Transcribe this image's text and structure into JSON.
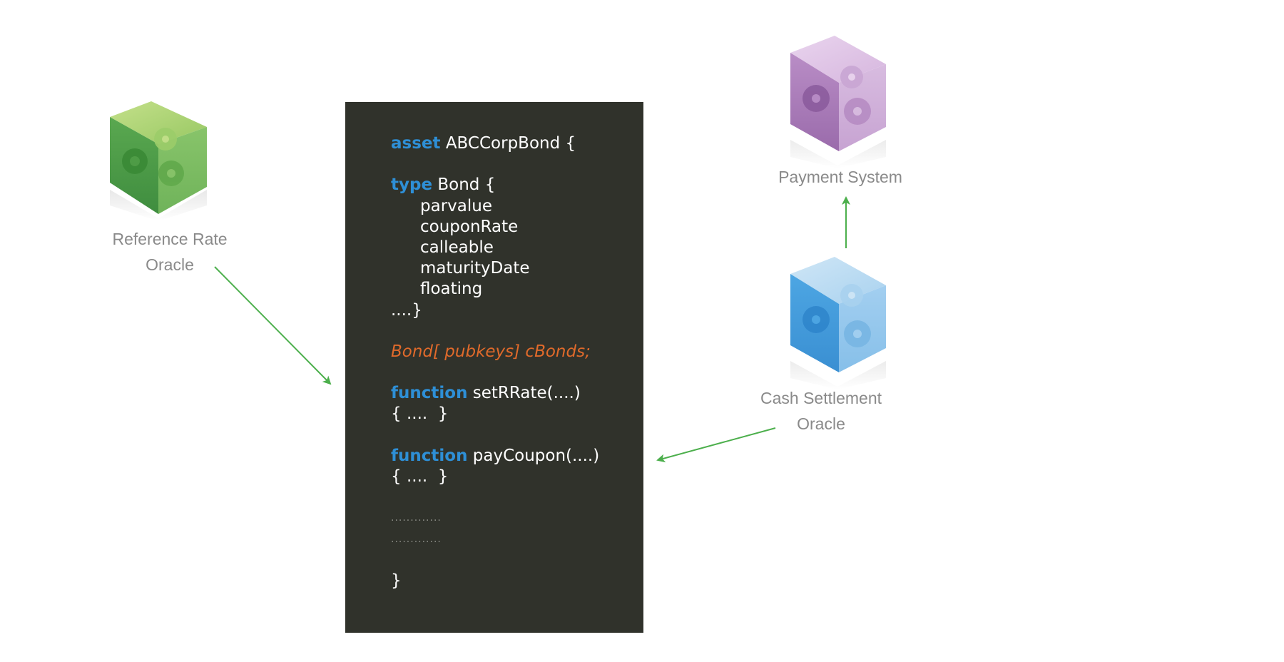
{
  "colors": {
    "background": "#ffffff",
    "code_panel": "#30322b",
    "keyword": "#2e8fd6",
    "declaration": "#e06a2b",
    "code_text": "#ffffff",
    "label_text": "#8a8a8a",
    "arrow": "#4caf4c",
    "oracle_green": "#5fb04c",
    "payment_purple": "#b07cc0",
    "cash_blue": "#4aa3e0"
  },
  "nodes": {
    "reference_oracle": {
      "line1": "Reference Rate",
      "line2": "Oracle",
      "icon": "gears-cube-icon"
    },
    "payment_system": {
      "line1": "Payment System",
      "icon": "gears-cube-icon"
    },
    "cash_oracle": {
      "line1": "Cash Settlement",
      "line2": "Oracle",
      "icon": "gears-cube-icon"
    }
  },
  "code": {
    "asset_kw": "asset",
    "asset_name": "ABCCorpBond {",
    "type_kw": "type",
    "type_name": "Bond {",
    "fields": [
      "parvalue",
      "couponRate",
      "calleable",
      "maturityDate",
      "floating"
    ],
    "type_close": "....}",
    "declaration": "Bond[ pubkeys] cBonds;",
    "func1_kw": "function",
    "func1_sig": "setRRate(....)",
    "func1_body": "{ ....  }",
    "func2_kw": "function",
    "func2_sig": "payCoupon(....)",
    "func2_body": "{ ....  }",
    "ellipsis1": ".............",
    "ellipsis2": ".............",
    "close": "}"
  }
}
